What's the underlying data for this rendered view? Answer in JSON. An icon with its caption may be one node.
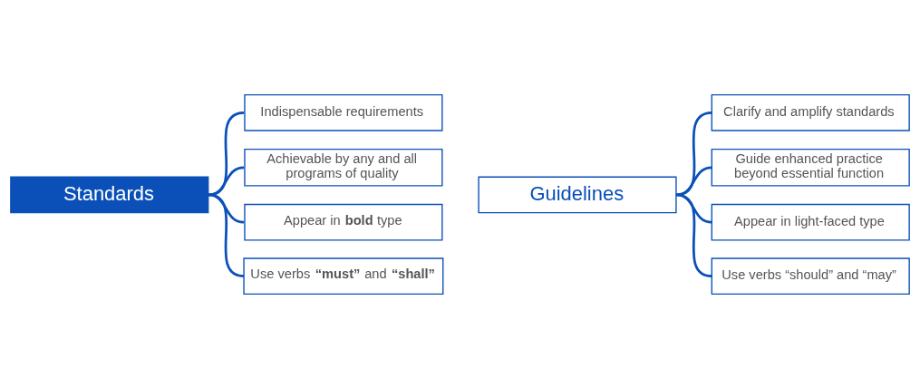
{
  "diagram": {
    "nodes": [
      {
        "text": [
          "Standards"
        ]
      },
      {
        "text": [
          "Indispensable requirements"
        ]
      },
      {
        "text": [
          "Achievable by any and all programs of quality"
        ]
      },
      {
        "text": [
          "Appear in **bold** type"
        ]
      },
      {
        "text": [
          "Use verbs **“must”** and **“shall”**"
        ]
      },
      {
        "text": [
          "Guidelines"
        ]
      },
      {
        "text": [
          "Clarify and amplify standards"
        ]
      },
      {
        "text": [
          "Guide enhanced practice beyond essential function"
        ]
      },
      {
        "text": [
          "Appear in light-faced type"
        ]
      },
      {
        "text": [
          "Use verbs “should” and “may”"
        ]
      }
    ],
    "edges": [
      {
        "from": 0,
        "to": 1,
        "arrow": "none"
      },
      {
        "from": 0,
        "to": 2,
        "arrow": "none"
      },
      {
        "from": 0,
        "to": 3,
        "arrow": "none"
      },
      {
        "from": 0,
        "to": 4,
        "arrow": "none"
      },
      {
        "from": 5,
        "to": 6,
        "arrow": "none"
      },
      {
        "from": 5,
        "to": 7,
        "arrow": "none"
      },
      {
        "from": 5,
        "to": 8,
        "arrow": "none"
      },
      {
        "from": 5,
        "to": 9,
        "arrow": "none"
      }
    ]
  }
}
